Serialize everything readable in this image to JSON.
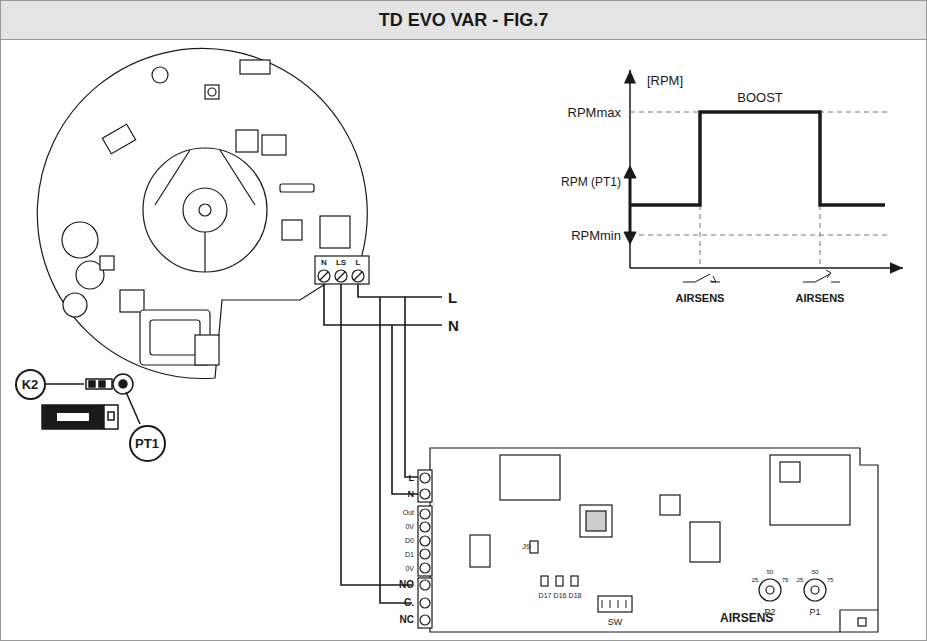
{
  "diagram": {
    "title": "TD EVO VAR - FIG.7",
    "nodes": [
      {
        "text": [
          "K2"
        ]
      },
      {
        "text": [
          "PT1"
        ]
      }
    ],
    "labels": [
      "[RPM]",
      "RPMmax",
      "BOOST",
      "RPM (PT1)",
      "RPMmin",
      "AIRSENS",
      "AIRSENS",
      "N",
      "LS",
      "L",
      "L",
      "N",
      "L",
      "N",
      "Out",
      "0V",
      "D0",
      "D1",
      "0V",
      "J9",
      "D17",
      "D16",
      "D18",
      "NO",
      "C.",
      "NC",
      "SW",
      "P2",
      "P1",
      "AIRSENS",
      "50",
      "25",
      "75",
      "50",
      "25",
      "75"
    ]
  }
}
